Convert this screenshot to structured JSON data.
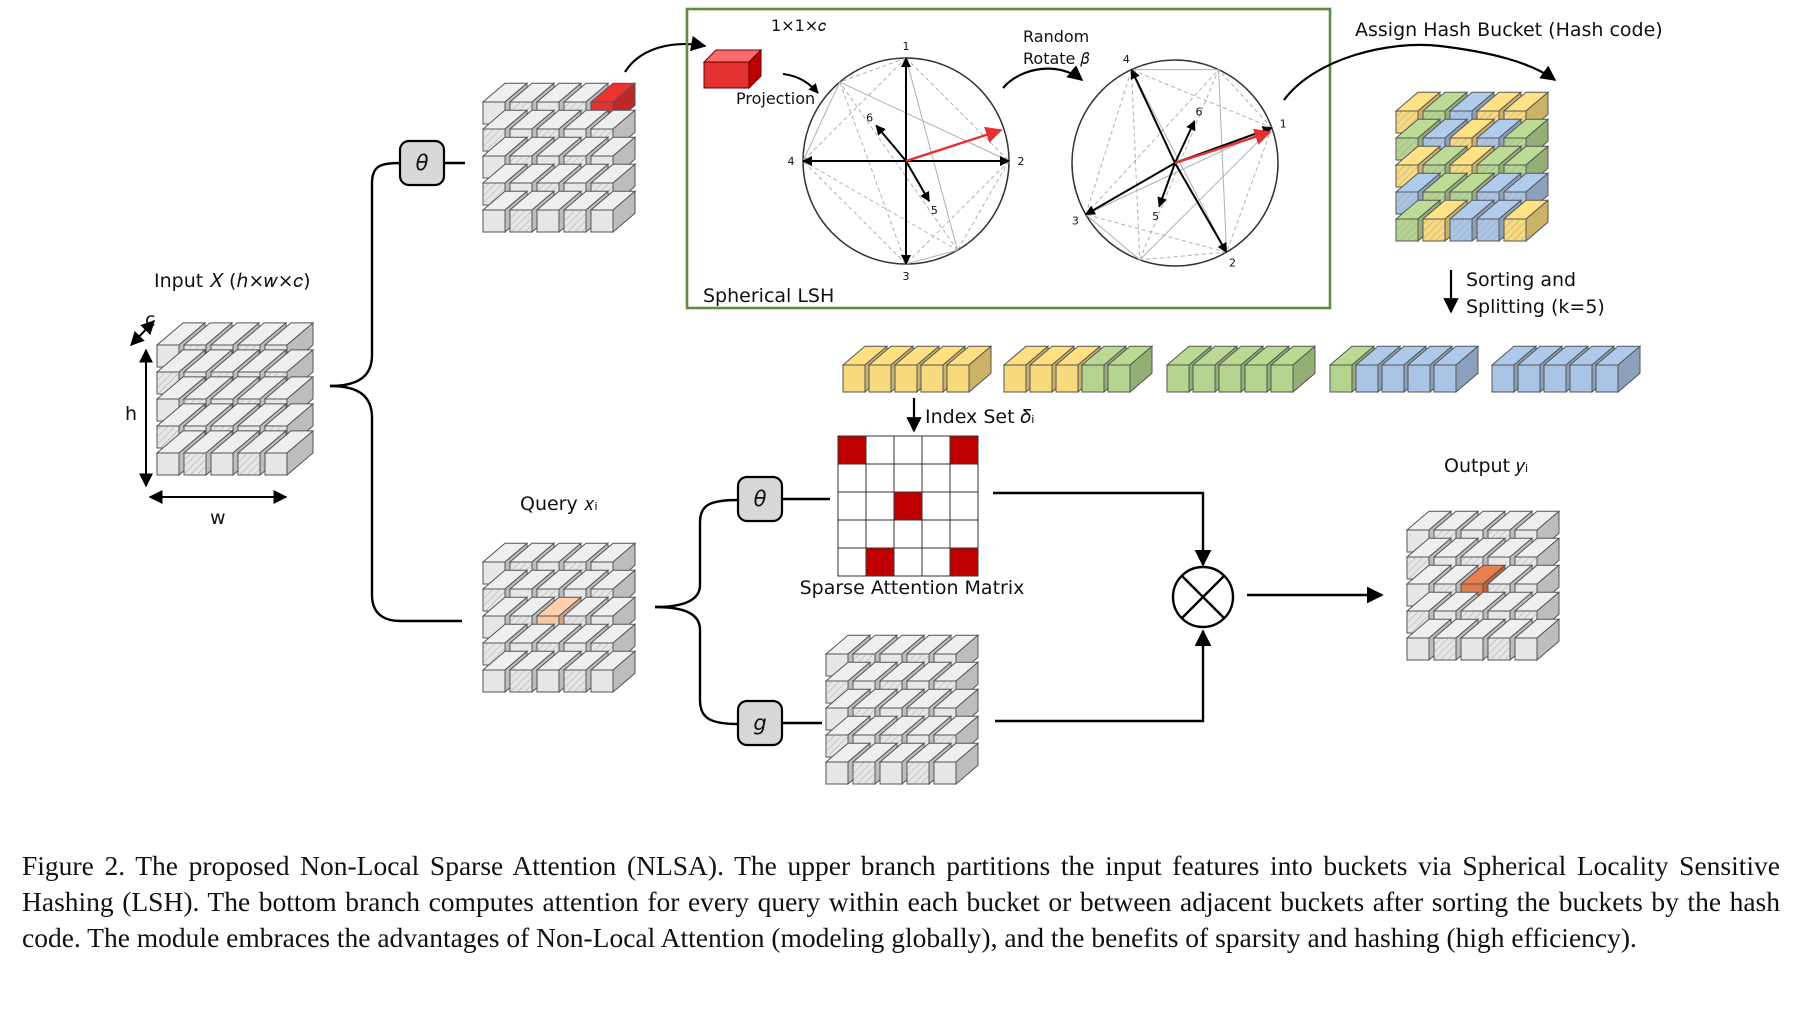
{
  "diagram": {
    "input": {
      "label": "Input 𝑋 (ℎ×𝑤×𝑐)",
      "dim_c": "c",
      "dim_h": "h",
      "dim_w": "w"
    },
    "theta_label": "θ",
    "g_label": "g",
    "lsh": {
      "title": "Spherical LSH",
      "projection_label": "Projection",
      "vector_label": "1×1×𝑐",
      "rotate_line1": "Random",
      "rotate_line2": "Rotate 𝛽",
      "circle1_labels": [
        "1",
        "2",
        "3",
        "4",
        "5",
        "6"
      ],
      "circle2_labels": [
        "1",
        "2",
        "3",
        "4",
        "5",
        "6"
      ]
    },
    "hash_bucket_label": "Assign Hash Bucket (Hash code)",
    "sorting_line1": "Sorting and",
    "sorting_line2": "Splitting (k=5)",
    "index_set_label": "Index Set 𝛿ᵢ",
    "query_label": "Query 𝑥ᵢ",
    "sparse_matrix_label": "Sparse Attention Matrix",
    "output_label": "Output 𝑦ᵢ",
    "colors": {
      "cube_face": "#e6e6e6",
      "cube_edge": "#555555",
      "red": "#e53030",
      "dark_red": "#c00000",
      "yellow": "#f7d97e",
      "green": "#b5d48f",
      "blue": "#a9c4e4",
      "lsh_border": "#5e8c45",
      "query_highlight": "#f6c8a6",
      "output_highlight": "#e07a4a"
    }
  },
  "caption": "Figure 2. The proposed Non-Local Sparse Attention (NLSA). The upper branch partitions the input features into buckets via Spherical Locality Sensitive Hashing (LSH). The bottom branch computes attention for every query within each bucket or between adjacent buckets after sorting the buckets by the hash code.  The module embraces the advantages of Non-Local Attention (modeling globally), and the benefits of sparsity and hashing (high efficiency)."
}
